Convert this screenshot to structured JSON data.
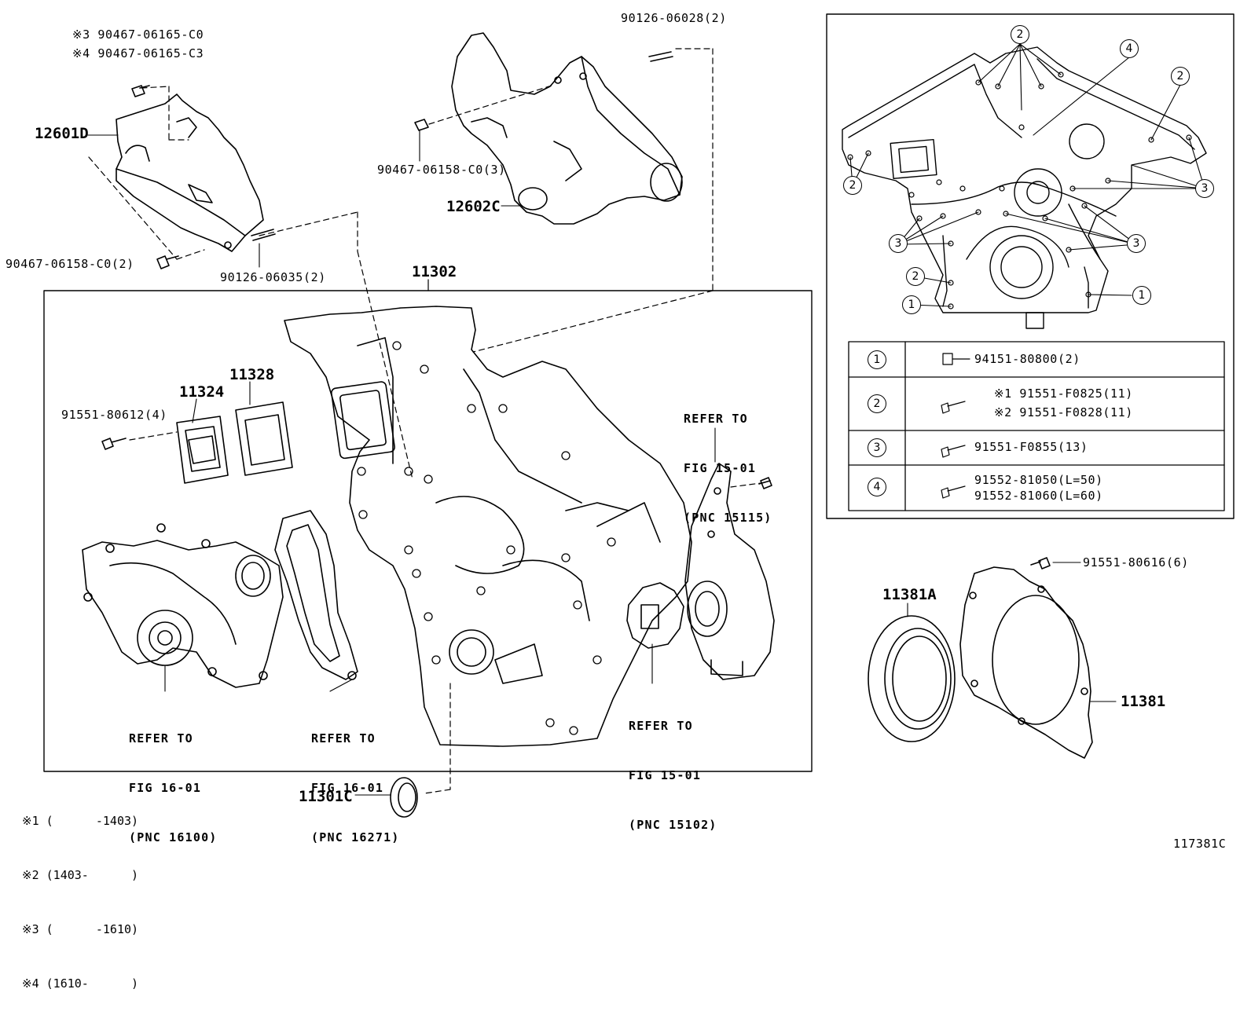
{
  "labels": {
    "note_s3": "※3 90467-06165-C0",
    "note_s4": "※4 90467-06165-C3",
    "p12601D": "12601D",
    "p90126_06028": "90126-06028(2)",
    "p90467_06158_3": "90467-06158-C0(3)",
    "p12602C": "12602C",
    "p90467_06158_2": "90467-06158-C0(2)",
    "p90126_06035": "90126-06035(2)",
    "p11302": "11302",
    "p11324": "11324",
    "p11328": "11328",
    "p91551_80612": "91551-80612(4)",
    "p11301C": "11301C",
    "p11381A": "11381A",
    "p11381": "11381",
    "p91551_80616": "91551-80616(6)",
    "figure_id": "117381C"
  },
  "refs": [
    {
      "line1": "REFER TO",
      "line2": "FIG 15-01",
      "line3": "(PNC 15115)"
    },
    {
      "line1": "REFER TO",
      "line2": "FIG 16-01",
      "line3": "(PNC 16100)"
    },
    {
      "line1": "REFER TO",
      "line2": "FIG 16-01",
      "line3": "(PNC 16271)"
    },
    {
      "line1": "REFER TO",
      "line2": "FIG 15-01",
      "line3": "(PNC 15102)"
    }
  ],
  "footnotes": [
    "※1 (      -1403)",
    "※2 (1403-      )",
    "※3 (      -1610)",
    "※4 (1610-      )"
  ],
  "callouts": [
    "2",
    "4",
    "2",
    "2",
    "3",
    "3",
    "3",
    "2",
    "1",
    "1"
  ],
  "bolt_table": [
    {
      "num": "1",
      "lines": [
        "94151-80800(2)"
      ]
    },
    {
      "num": "2",
      "lines": [
        "※1 91551-F0825(11)",
        "※2 91551-F0828(11)"
      ]
    },
    {
      "num": "3",
      "lines": [
        "91551-F0855(13)"
      ]
    },
    {
      "num": "4",
      "lines": [
        "91552-81050(L=50)",
        "91552-81060(L=60)"
      ]
    }
  ]
}
